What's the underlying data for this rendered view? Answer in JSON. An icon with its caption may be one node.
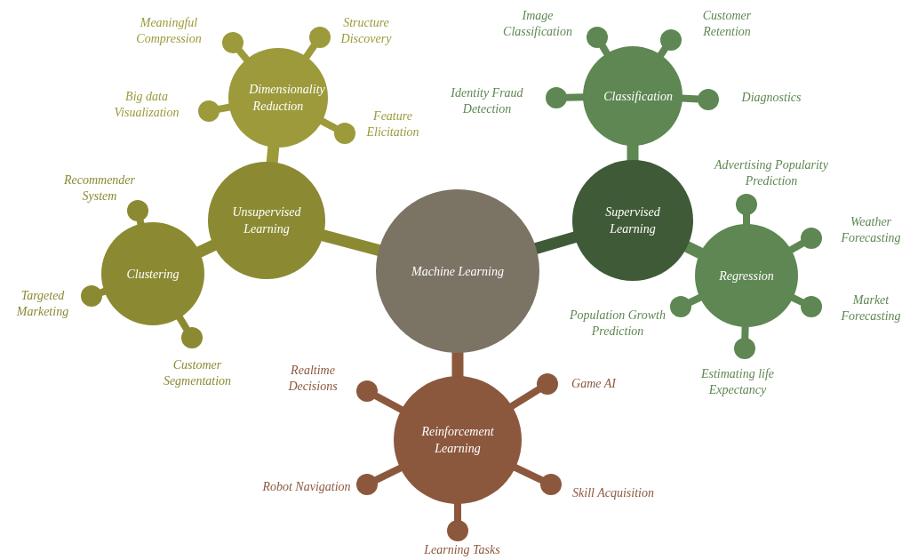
{
  "diagram": {
    "nodes": [
      {
        "text": [
          "Machine Learning"
        ]
      },
      {
        "text": [
          "Unsupervised Learning"
        ]
      },
      {
        "text": [
          "Dimensionality Reduction"
        ]
      },
      {
        "text": [],
        "shape": "circle",
        "beside": [
          "Meaningful Compression"
        ]
      },
      {
        "text": [],
        "shape": "circle",
        "beside": [
          "Structure Discovery"
        ]
      },
      {
        "text": [],
        "shape": "circle",
        "beside": [
          "Big data Visualization"
        ]
      },
      {
        "text": [],
        "shape": "circle",
        "beside": [
          "Feature Elicitation"
        ]
      },
      {
        "text": [
          "Clustering"
        ]
      },
      {
        "text": [],
        "shape": "circle",
        "beside": [
          "Recommender System"
        ]
      },
      {
        "text": [],
        "shape": "circle",
        "beside": [
          "Targeted Marketing"
        ]
      },
      {
        "text": [],
        "shape": "circle",
        "beside": [
          "Customer Segmentation"
        ]
      },
      {
        "text": [
          "Supervised Learning"
        ]
      },
      {
        "text": [
          "Classification"
        ]
      },
      {
        "text": [],
        "shape": "circle",
        "beside": [
          "Image Classification"
        ]
      },
      {
        "text": [],
        "shape": "circle",
        "beside": [
          "Customer Retention"
        ]
      },
      {
        "text": [],
        "shape": "circle",
        "beside": [
          "Identity Fraud Detection"
        ]
      },
      {
        "text": [],
        "shape": "circle",
        "beside": [
          "Diagnostics"
        ]
      },
      {
        "text": [
          "Regression"
        ]
      },
      {
        "text": [],
        "shape": "circle",
        "beside": [
          "Advertising Popularity Prediction"
        ]
      },
      {
        "text": [],
        "shape": "circle",
        "beside": [
          "Weather Forecasting"
        ]
      },
      {
        "text": [],
        "shape": "circle",
        "beside": [
          "Market Forecasting"
        ]
      },
      {
        "text": [],
        "shape": "circle",
        "beside": [
          "Estimating life Expectancy"
        ]
      },
      {
        "text": [],
        "shape": "circle",
        "beside": [
          "Population Growth Prediction"
        ]
      },
      {
        "text": [
          "Reinforcement Learning"
        ]
      },
      {
        "text": [],
        "shape": "circle",
        "beside": [
          "Realtime Decisions"
        ]
      },
      {
        "text": [],
        "shape": "circle",
        "beside": [
          "Game AI"
        ]
      },
      {
        "text": [],
        "shape": "circle",
        "beside": [
          "Robot Navigation"
        ]
      },
      {
        "text": [],
        "shape": "circle",
        "beside": [
          "Skill Acquisition"
        ]
      },
      {
        "text": [],
        "shape": "circle",
        "beside": [
          "Learning Tasks"
        ]
      }
    ],
    "edges": [
      {
        "from": 0,
        "to": 1,
        "arrow": "none"
      },
      {
        "from": 1,
        "to": 2,
        "arrow": "none"
      },
      {
        "from": 2,
        "to": 3,
        "arrow": "none"
      },
      {
        "from": 2,
        "to": 4,
        "arrow": "none"
      },
      {
        "from": 2,
        "to": 5,
        "arrow": "none"
      },
      {
        "from": 2,
        "to": 6,
        "arrow": "none"
      },
      {
        "from": 1,
        "to": 7,
        "arrow": "none"
      },
      {
        "from": 7,
        "to": 8,
        "arrow": "none"
      },
      {
        "from": 7,
        "to": 9,
        "arrow": "none"
      },
      {
        "from": 7,
        "to": 10,
        "arrow": "none"
      },
      {
        "from": 0,
        "to": 11,
        "arrow": "none"
      },
      {
        "from": 11,
        "to": 12,
        "arrow": "none"
      },
      {
        "from": 12,
        "to": 13,
        "arrow": "none"
      },
      {
        "from": 12,
        "to": 14,
        "arrow": "none"
      },
      {
        "from": 12,
        "to": 15,
        "arrow": "none"
      },
      {
        "from": 12,
        "to": 16,
        "arrow": "none"
      },
      {
        "from": 11,
        "to": 17,
        "arrow": "none"
      },
      {
        "from": 17,
        "to": 18,
        "arrow": "none"
      },
      {
        "from": 17,
        "to": 19,
        "arrow": "none"
      },
      {
        "from": 17,
        "to": 20,
        "arrow": "none"
      },
      {
        "from": 17,
        "to": 21,
        "arrow": "none"
      },
      {
        "from": 17,
        "to": 22,
        "arrow": "none"
      },
      {
        "from": 0,
        "to": 23,
        "arrow": "none"
      },
      {
        "from": 23,
        "to": 24,
        "arrow": "none"
      },
      {
        "from": 23,
        "to": 25,
        "arrow": "none"
      },
      {
        "from": 23,
        "to": 26,
        "arrow": "none"
      },
      {
        "from": 23,
        "to": 27,
        "arrow": "none"
      },
      {
        "from": 23,
        "to": 28,
        "arrow": "none"
      }
    ]
  }
}
